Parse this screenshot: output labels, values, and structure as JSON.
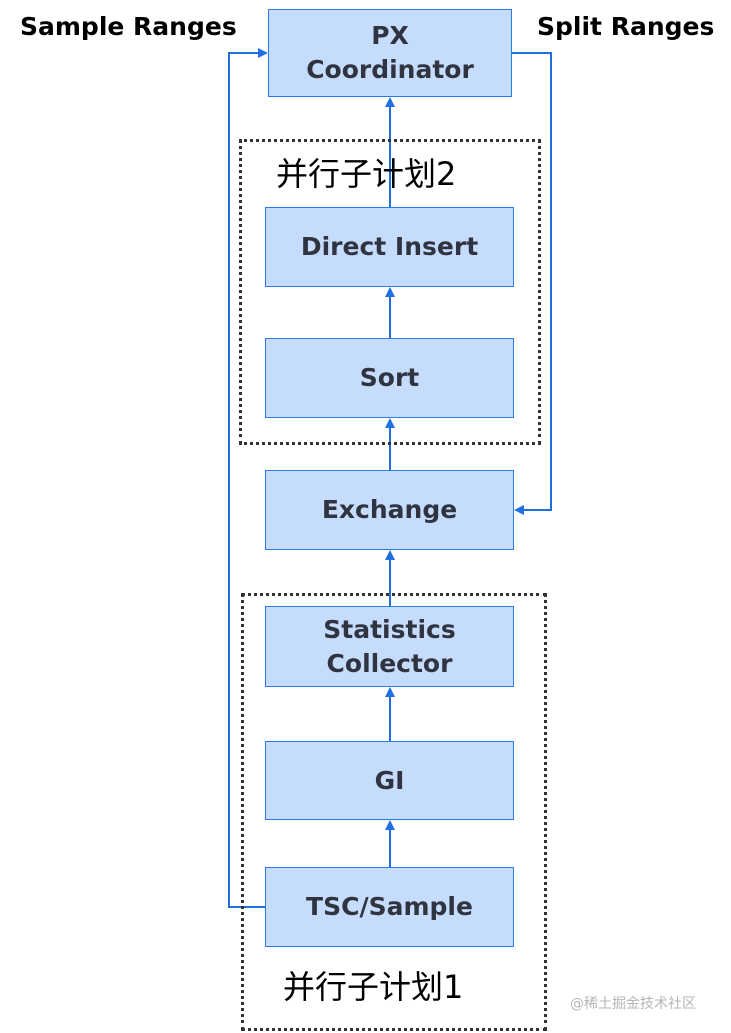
{
  "labels": {
    "sample_ranges": "Sample Ranges",
    "split_ranges": "Split Ranges"
  },
  "groups": {
    "plan2_title": "并行子计划2",
    "plan1_title": "并行子计划1"
  },
  "nodes": {
    "px_coordinator": [
      "PX",
      "Coordinator"
    ],
    "direct_insert": "Direct Insert",
    "sort": "Sort",
    "exchange": "Exchange",
    "statistics_collector": [
      "Statistics",
      "Collector"
    ],
    "gi": "GI",
    "tsc_sample": "TSC/Sample"
  },
  "watermark": "@稀土掘金技术社区",
  "colors": {
    "node_fill": "#c6dcfd",
    "node_border": "#2b7be5",
    "arrow": "#1f6fe0",
    "group_border": "#333333"
  }
}
